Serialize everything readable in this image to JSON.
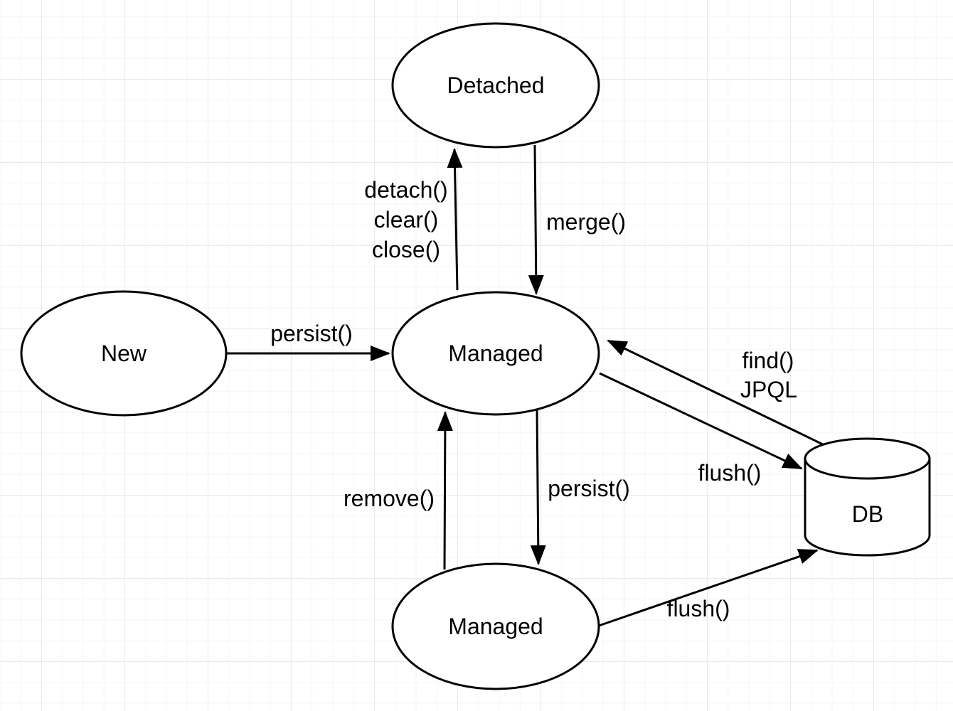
{
  "diagram": {
    "title": "JPA entity lifecycle state diagram",
    "nodes": [
      {
        "id": "detached",
        "shape": "ellipse",
        "label": "Detached"
      },
      {
        "id": "new",
        "shape": "ellipse",
        "label": "New"
      },
      {
        "id": "managed-center",
        "shape": "ellipse",
        "label": "Managed"
      },
      {
        "id": "managed-bottom",
        "shape": "ellipse",
        "label": "Managed"
      },
      {
        "id": "db",
        "shape": "cylinder",
        "label": "DB"
      }
    ],
    "edges": [
      {
        "id": "persist-new-to-managed",
        "from": "new",
        "to": "managed-center",
        "label": "persist()"
      },
      {
        "id": "detach-managed-to-detached",
        "from": "managed-center",
        "to": "detached",
        "label_lines": [
          "detach()",
          "clear()",
          "close()"
        ]
      },
      {
        "id": "merge-detached-to-managed",
        "from": "detached",
        "to": "managed-center",
        "label": "merge()"
      },
      {
        "id": "remove-bottom-to-managed",
        "from": "managed-bottom",
        "to": "managed-center",
        "label": "remove()"
      },
      {
        "id": "persist-managed-to-bottom",
        "from": "managed-center",
        "to": "managed-bottom",
        "label": "persist()"
      },
      {
        "id": "find-db-to-managed",
        "from": "db",
        "to": "managed-center",
        "label_lines": [
          "find()",
          "JPQL"
        ]
      },
      {
        "id": "flush-managed-to-db",
        "from": "managed-center",
        "to": "db",
        "label": "flush()"
      },
      {
        "id": "flush-bottom-to-db",
        "from": "managed-bottom",
        "to": "db",
        "label": "flush()"
      }
    ],
    "colors": {
      "stroke": "#000000",
      "shape_fill": "#ffffff",
      "background": "#ffffff",
      "grid_minor": "#f6f6f6",
      "grid_major": "#e9e9e9"
    }
  }
}
